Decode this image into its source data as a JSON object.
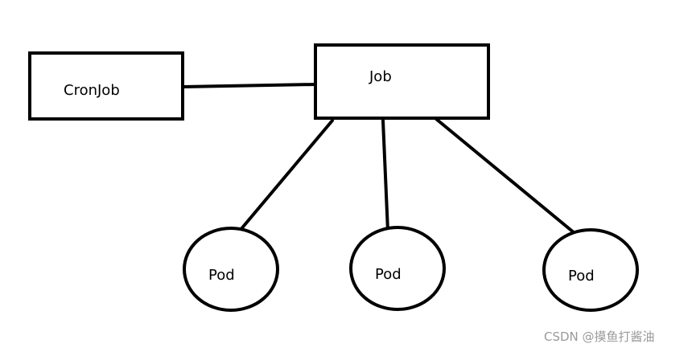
{
  "diagram": {
    "nodes": [
      {
        "id": "cronjob",
        "shape": "rectangle",
        "label": "CronJob"
      },
      {
        "id": "job",
        "shape": "rectangle",
        "label": "Job"
      },
      {
        "id": "pod1",
        "shape": "ellipse",
        "label": "Pod"
      },
      {
        "id": "pod2",
        "shape": "ellipse",
        "label": "Pod"
      },
      {
        "id": "pod3",
        "shape": "ellipse",
        "label": "Pod"
      }
    ],
    "edges": [
      {
        "from": "cronjob",
        "to": "job"
      },
      {
        "from": "job",
        "to": "pod1"
      },
      {
        "from": "job",
        "to": "pod2"
      },
      {
        "from": "job",
        "to": "pod3"
      }
    ],
    "stroke_color": "#000000",
    "background_color": "#ffffff"
  },
  "watermark": {
    "text": "CSDN @摸鱼打酱油",
    "color": "#9a9a9a"
  }
}
